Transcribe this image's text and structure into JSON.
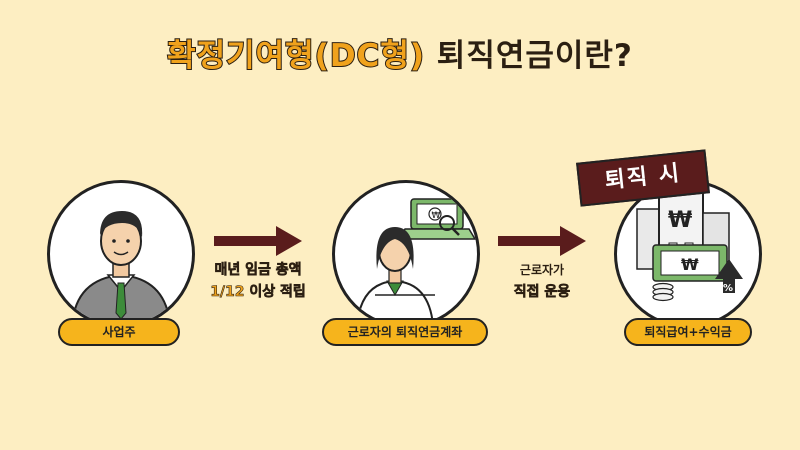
{
  "title": {
    "highlight": "확정기여형(DC형)",
    "rest": " 퇴직연금이란?"
  },
  "nodes": [
    {
      "label": "사업주"
    },
    {
      "label": "근로자의 퇴직연금계좌"
    },
    {
      "label": "퇴직급여+수익금"
    }
  ],
  "arrow1": {
    "line1": "매년 임금 총액",
    "line2": "1/12 이상 적립"
  },
  "arrow2": {
    "line1": "근로자가",
    "line2": "직접 운용"
  },
  "banner": "퇴직 시",
  "colors": {
    "background": "#fdeec2",
    "accent": "#f6b41c",
    "arrow": "#5a1c1c",
    "money": "#7cb86a"
  }
}
